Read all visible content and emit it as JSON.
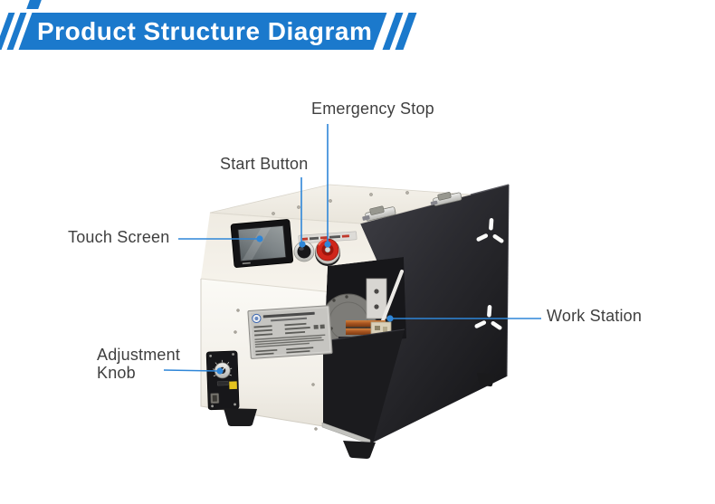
{
  "header": {
    "title": "Product Structure Diagram"
  },
  "callouts": {
    "emergency_stop": {
      "label": "Emergency Stop"
    },
    "start_button": {
      "label": "Start Button"
    },
    "touch_screen": {
      "label": "Touch Screen"
    },
    "work_station": {
      "label": "Work Station"
    },
    "adjustment_knob": {
      "label": "Adjustment Knob"
    }
  },
  "machine": {
    "description": "Benchtop wire stripping machine: white body, sloped control panel with touch screen, start button and red emergency stop, black side panel with fan vents, work station with copper feed rollers, adjustment knob panel"
  },
  "colors": {
    "banner": "#1b79cc",
    "banner_text": "#ffffff",
    "leader_line": "#2e86d8",
    "label_text": "#3f3f3f"
  }
}
